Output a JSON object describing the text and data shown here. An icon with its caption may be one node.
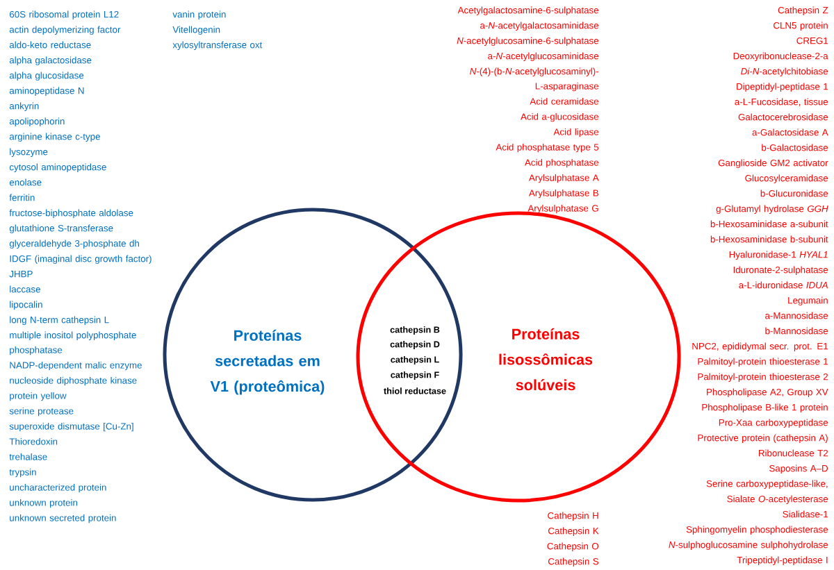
{
  "diagram": {
    "nodes": [
      {
        "text": [
          "Proteínas secretadas em V1 (proteômica)"
        ]
      },
      {
        "text": [
          "Proteínas lisossômicas solúveis"
        ]
      }
    ],
    "labels": [
      "60S ribosomal protein L12",
      "actin depolymerizing factor",
      "aldo-keto reductase",
      "alpha galactosidase",
      "alpha glucosidase",
      "aminopeptidase N",
      "ankyrin",
      "apolipophorin",
      "arginine kinase c-type",
      "lysozyme",
      "cytosol aminopeptidase",
      "enolase",
      "ferritin",
      "fructose-biphosphate aldolase",
      "glutathione S-transferase",
      "glyceraldehyde 3-phosphate dh",
      "IDGF (imaginal disc growth factor)",
      "JHBP",
      "laccase",
      "lipocalin",
      "long N-term cathepsin L",
      "multiple inositol polyphosphate phosphatase",
      "NADP-dependent malic enzyme",
      "nucleoside diphosphate kinase",
      "protein yellow",
      "serine protease",
      "superoxide dismutase [Cu-Zn]",
      "Thioredoxin",
      "trehalase",
      "trypsin",
      "uncharacterized protein",
      "unknown protein",
      "unknown secreted protein",
      "vanin protein",
      "Vitellogenin",
      "xylosyltransferase oxt",
      "Acetylgalactosamine-6-sulphatase",
      "a-*N*-acetylgalactosaminidase",
      "*N*-acetylglucosamine-6-sulphatase",
      "a-*N*-acetylglucosaminidase",
      "*N*-(4)-(b-*N*-acetylglucosaminyl)-L-asparaginase",
      "Acid ceramidase",
      "Acid a-glucosidase",
      "Acid lipase",
      "Acid phosphatase type 5",
      "Acid phosphatase",
      "Arylsulphatase A",
      "Arylsulphatase B",
      "Arylsulphatase G",
      "Cathepsin Z",
      "CLN5 protein",
      "CREG1",
      "Deoxyribonuclease-2-a",
      "*Di-N*-acetylchitobiase",
      "Dipeptidyl-peptidase 1",
      "a-L-Fucosidase, tissue",
      "Galactocerebrosidase",
      "a-Galactosidase A",
      "b-Galactosidase",
      "Ganglioside GM2 activator",
      "Glucosylceramidase",
      "b-Glucuronidase",
      "g-Glutamyl hydrolase *GGH*",
      "b-Hexosaminidase a-subunit",
      "b-Hexosaminidase b-subunit",
      "Hyaluronidase-1 *HYAL1*",
      "Iduronate-2-sulphatase",
      "a-L-iduronidase *IDUA*",
      "Legumain",
      "a-Mannosidase",
      "b-Mannosidase",
      "NPC2, epididymal secr. prot. E1",
      "Palmitoyl-protein thioesterase 1",
      "Palmitoyl-protein thioesterase 2",
      "Phospholipase A2, Group XV",
      "Phospholipase B-like 1 protein",
      "Pro-Xaa carboxypeptidase",
      "Protective protein (cathepsin A)",
      "Ribonuclease T2",
      "Saposins A–D",
      "Serine carboxypeptidase-like,",
      "Sialate *O*-acetylesterase",
      "Sialidase-1",
      "Sphingomyelin phosphodiesterase",
      "*N*-sulphoglucosamine sulphohydrolase",
      "Tripeptidyl-peptidase I",
      "cathepsin B",
      "cathepsin D",
      "cathepsin L",
      "cathepsin F",
      "thiol reductase",
      "Cathepsin H",
      "Cathepsin K",
      "Cathepsin O",
      "Cathepsin S"
    ]
  }
}
